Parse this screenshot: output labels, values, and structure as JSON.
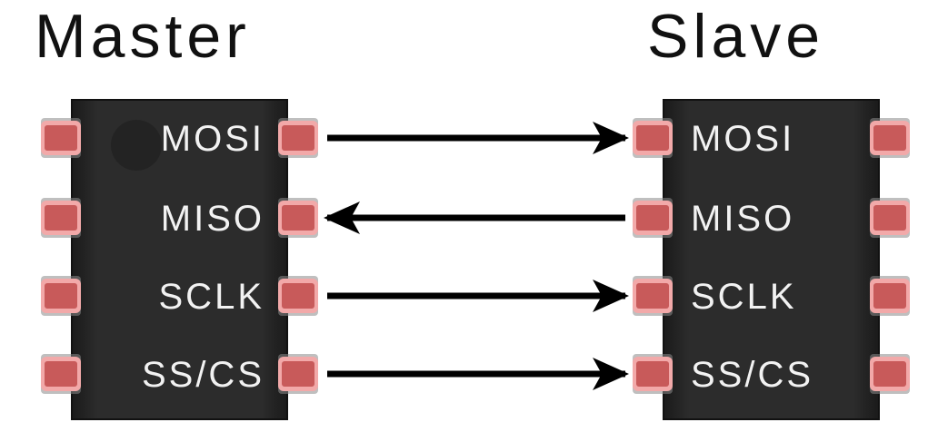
{
  "master": {
    "title": "Master",
    "pins": [
      "MOSI",
      "MISO",
      "SCLK",
      "SS/CS"
    ]
  },
  "slave": {
    "title": "Slave",
    "pins": [
      "MOSI",
      "MISO",
      "SCLK",
      "SS/CS"
    ]
  },
  "connections": [
    {
      "signal": "MOSI",
      "direction": "master-to-slave"
    },
    {
      "signal": "MISO",
      "direction": "slave-to-master"
    },
    {
      "signal": "SCLK",
      "direction": "master-to-slave"
    },
    {
      "signal": "SS/CS",
      "direction": "master-to-slave"
    }
  ],
  "colors": {
    "chip_body": "#2a2a2a",
    "chip_edge": "#151515",
    "pin_fill": "#c85a5a",
    "pin_glow": "#f2a9a9",
    "pin_leg": "#8a8a8a",
    "arrow": "#000000",
    "label": "#f2f2f2"
  }
}
